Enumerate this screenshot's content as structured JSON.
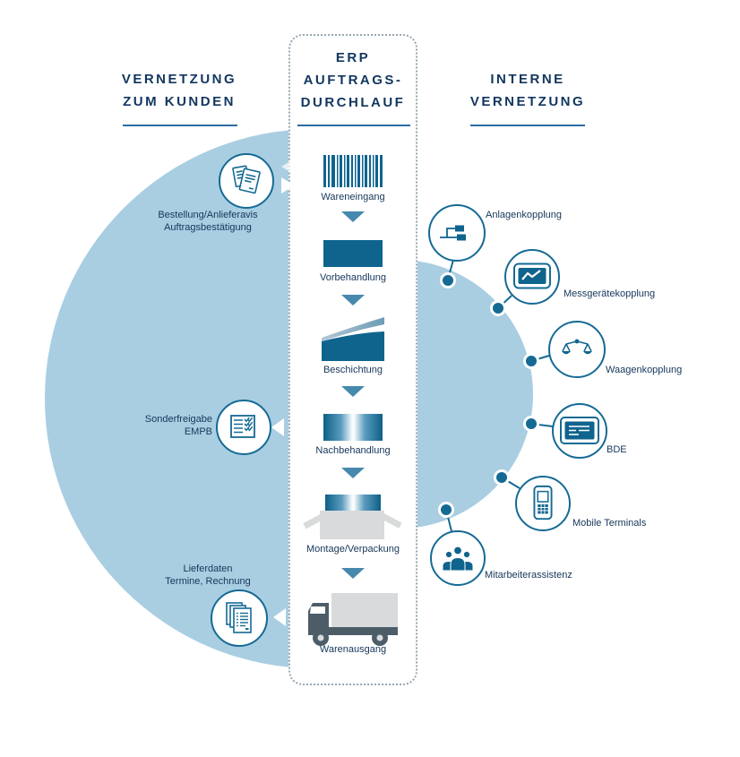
{
  "headers": {
    "left": {
      "line1": "VERNETZUNG",
      "line2": "ZUM KUNDEN"
    },
    "center": {
      "line1": "ERP",
      "line2": "AUFTRAGS-",
      "line3": "DURCHLAUF"
    },
    "right": {
      "line1": "INTERNE",
      "line2": "VERNETZUNG"
    }
  },
  "process_steps": [
    {
      "label": "Wareneingang",
      "icon": "barcode-icon"
    },
    {
      "label": "Vorbehandlung",
      "icon": "solid-panel-icon"
    },
    {
      "label": "Beschichtung",
      "icon": "coating-swoosh-icon"
    },
    {
      "label": "Nachbehandlung",
      "icon": "treated-panel-icon"
    },
    {
      "label": "Montage/Verpackung",
      "icon": "packaging-box-icon"
    },
    {
      "label": "Warenausgang",
      "icon": "truck-icon"
    }
  ],
  "customer_nodes": [
    {
      "line1": "Bestellung/Anlieferavis",
      "line2": "Auftragsbestätigung",
      "icon": "documents-icon",
      "direction": "bidirectional"
    },
    {
      "line1": "Sonderfreigabe",
      "line2": "EMPB",
      "icon": "checklist-icon",
      "direction": "to-customer"
    },
    {
      "line1": "Lieferdaten",
      "line2": "Termine, Rechnung",
      "icon": "document-stack-icon",
      "direction": "to-customer"
    }
  ],
  "internal_nodes": [
    {
      "label": "Anlagenkopplung",
      "icon": "machine-coupling-icon"
    },
    {
      "label": "Messgerätekopplung",
      "icon": "measurement-monitor-icon"
    },
    {
      "label": "Waagenkopplung",
      "icon": "scales-icon"
    },
    {
      "label": "BDE",
      "icon": "bde-terminal-icon"
    },
    {
      "label": "Mobile Terminals",
      "icon": "mobile-device-icon"
    },
    {
      "label": "Mitarbeiterassistenz",
      "icon": "people-group-icon"
    }
  ],
  "colors": {
    "dark_navy_text": "#12365f",
    "petrol_blue": "#0f648e",
    "circle_border_blue": "#156a94",
    "light_blue_area": "#a9cee2",
    "flow_arrow_blue": "#4789ad",
    "underline_blue": "#2e6ca3",
    "gray": "#d8dadc",
    "truck_dark": "#4d5d68",
    "dotted_border": "#98a7b2"
  }
}
